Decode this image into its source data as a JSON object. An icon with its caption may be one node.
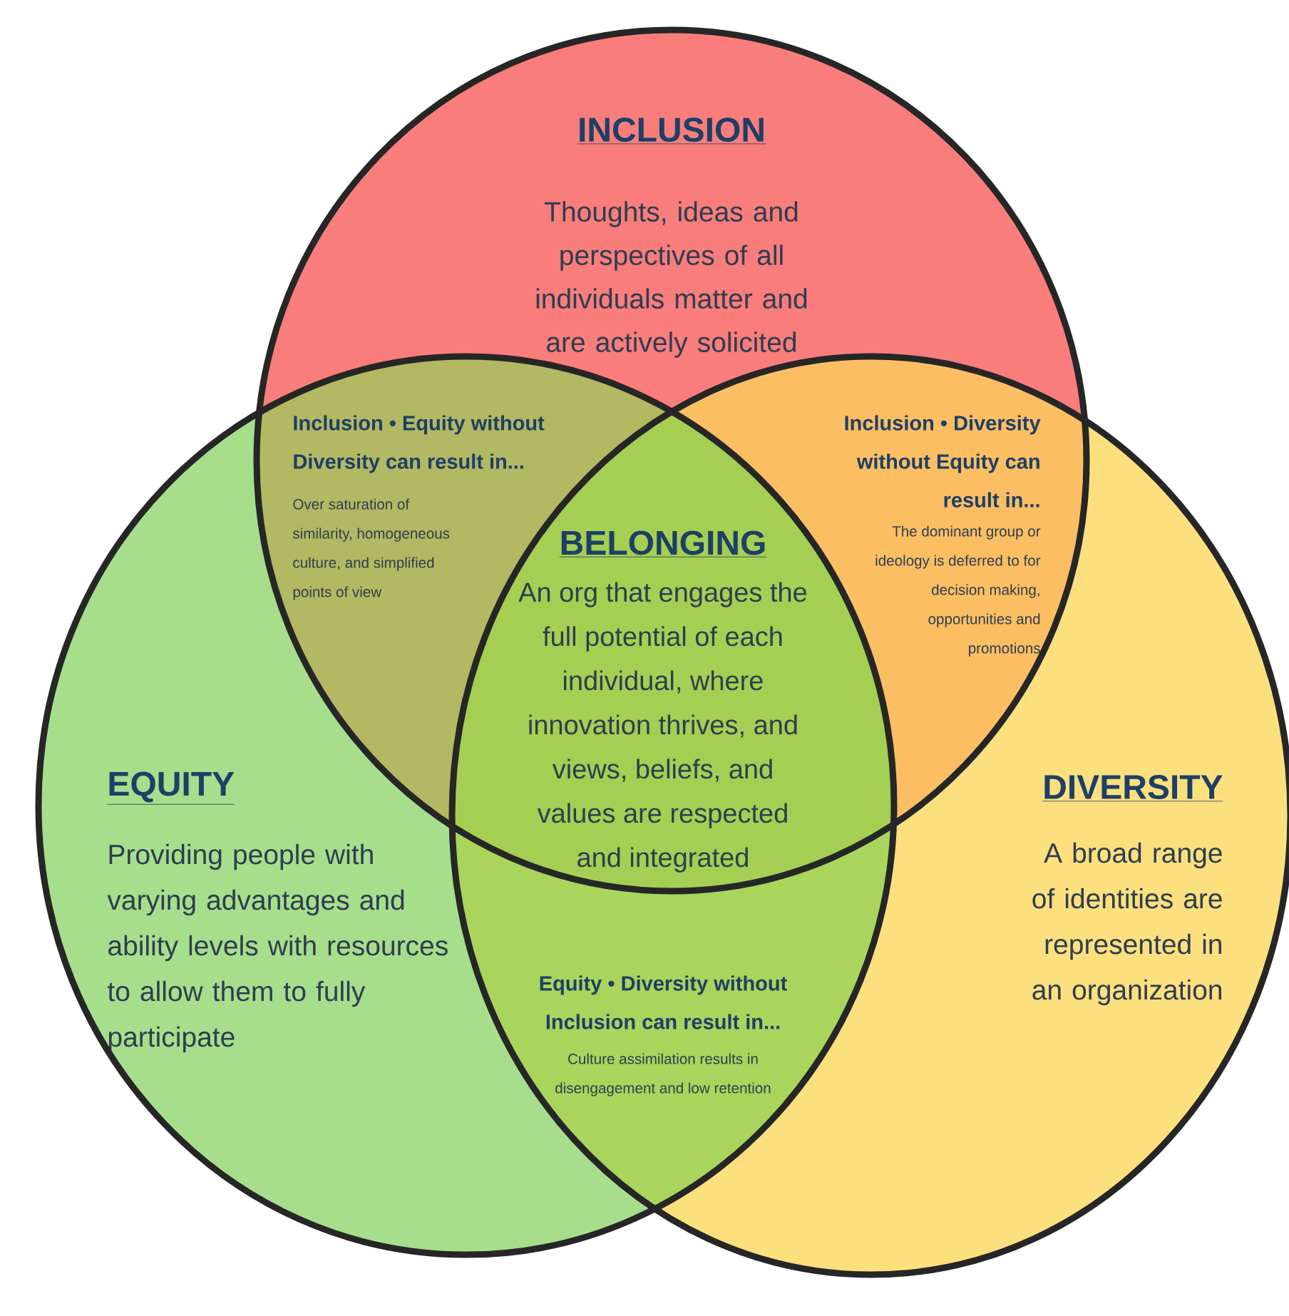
{
  "diagram": {
    "nodes": [
      {
        "text": [
          "INCLUSION",
          "Thoughts, ideas and perspectives of all individuals matter and are actively solicited"
        ]
      },
      {
        "text": [
          "Inclusion • Equity without Diversity can result in...",
          "Over saturation of similarity, homogeneous culture, and simplified points of view"
        ]
      },
      {
        "text": [
          "Inclusion • Diversity without Equity can result in...",
          "The dominant group or ideology is deferred to for decision making, opportunities and promotions"
        ]
      },
      {
        "text": [
          "BELONGING",
          "An org that engages the full potential of each individual, where innovation thrives, and views, beliefs, and values are respected and integrated"
        ]
      },
      {
        "text": [
          "EQUITY",
          "Providing people with varying advantages and ability levels with resources to allow them to fully participate"
        ]
      },
      {
        "text": [
          "DIVERSITY",
          "A broad range of identities are represented in an organization"
        ]
      },
      {
        "text": [
          "Equity • Diversity without Inclusion can result in...",
          "Culture assimilation results in disengagement and low retention"
        ]
      }
    ]
  }
}
